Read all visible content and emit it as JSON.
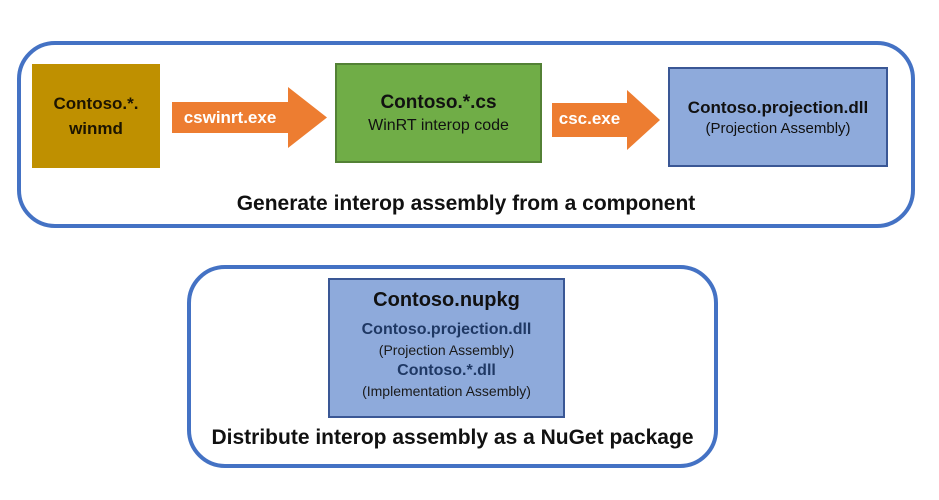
{
  "colors": {
    "frame_border": "#4472C4",
    "winmd_fill": "#BF9000",
    "cs_fill": "#70AD47",
    "cs_border": "#538135",
    "blue_box_fill": "#8EAADB",
    "blue_box_border": "#3A5795",
    "arrow_fill": "#ED7D31",
    "arrow_label_color": "#FFFFFF",
    "dll_name_color": "#1F3864",
    "text_color": "#111111"
  },
  "top_section": {
    "caption": "Generate interop assembly from a component",
    "winmd_box": {
      "line1": "Contoso.*.",
      "line2": "winmd"
    },
    "arrow1_label": "cswinrt.exe",
    "cs_box": {
      "title": "Contoso.*.cs",
      "subtitle": "WinRT interop code"
    },
    "arrow2_label": "csc.exe",
    "projection_box": {
      "title": "Contoso.projection.dll",
      "subtitle": "(Projection Assembly)"
    }
  },
  "bottom_section": {
    "caption": "Distribute interop assembly as a NuGet package",
    "nupkg_box": {
      "title": "Contoso.nupkg",
      "items": [
        {
          "name": "Contoso.projection.dll",
          "desc": "(Projection Assembly)"
        },
        {
          "name": "Contoso.*.dll",
          "desc": "(Implementation Assembly)"
        }
      ]
    }
  }
}
